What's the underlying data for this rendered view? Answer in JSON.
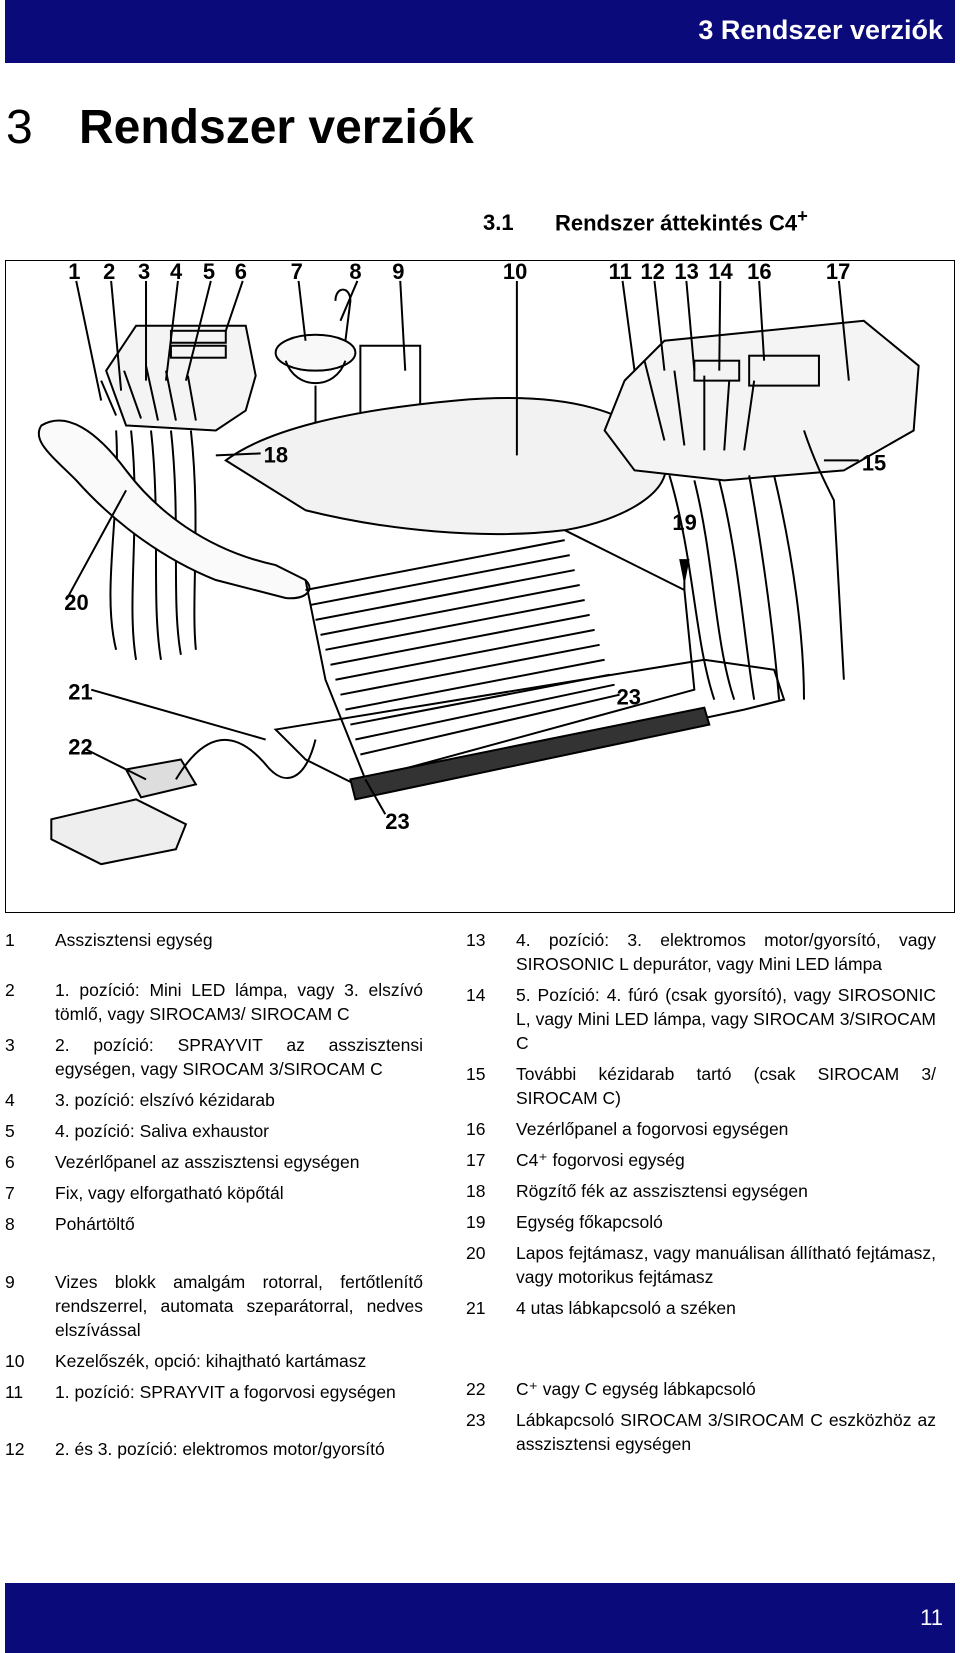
{
  "header": {
    "title": "3 Rendszer verziók"
  },
  "chapter": {
    "number": "3",
    "title": "Rendszer verziók"
  },
  "section": {
    "number": "3.1",
    "title": "Rendszer áttekintés C4",
    "title_sup": "+"
  },
  "figure": {
    "callouts": [
      "1",
      "2",
      "3",
      "4",
      "5",
      "6",
      "7",
      "8",
      "9",
      "10",
      "11",
      "12",
      "13",
      "14",
      "16",
      "17",
      "18",
      "15",
      "19",
      "20",
      "21",
      "22",
      "23",
      "23"
    ]
  },
  "legend": {
    "left": [
      {
        "n": "1",
        "t": "Asszisztensi egység"
      },
      {
        "n": "2",
        "t": "1. pozíció: Mini LED lámpa, vagy 3. elszívó tömlő, vagy SIROCAM3/ SIROCAM C"
      },
      {
        "n": "3",
        "t": "2. pozíció: SPRAYVIT az asszisztensi egységen, vagy SIROCAM 3/SIROCAM C"
      },
      {
        "n": "4",
        "t": "3. pozíció: elszívó kézidarab"
      },
      {
        "n": "5",
        "t": "4. pozíció: Saliva exhaustor"
      },
      {
        "n": "6",
        "t": "Vezérlőpanel az asszisztensi egységen"
      },
      {
        "n": "7",
        "t": "Fix, vagy elforgatható köpőtál"
      },
      {
        "n": "8",
        "t": "Pohártöltő"
      },
      {
        "n": "9",
        "t": "Vizes blokk amalgám rotorral, fertőtlenítő rendszerrel, automata szeparátorral, nedves elszívással"
      },
      {
        "n": "10",
        "t": "Kezelőszék, opció: kihajtható kartámasz"
      },
      {
        "n": "11",
        "t": "1. pozíció: SPRAYVIT a fogorvosi egységen"
      },
      {
        "n": "12",
        "t": "2. és 3. pozíció: elektromos motor/gyorsító"
      }
    ],
    "right": [
      {
        "n": "13",
        "t": "4. pozíció: 3. elektromos motor/gyorsító, vagy SIROSONIC L depurátor, vagy Mini LED lámpa"
      },
      {
        "n": "14",
        "t": "5. Pozíció: 4. fúró (csak gyorsító), vagy SIROSONIC L, vagy Mini LED lámpa, vagy SIROCAM 3/SIROCAM C"
      },
      {
        "n": "15",
        "t": "További kézidarab tartó (csak SIROCAM 3/ SIROCAM C)"
      },
      {
        "n": "16",
        "t": "Vezérlőpanel a fogorvosi egységen"
      },
      {
        "n": "17",
        "t": "C4⁺ fogorvosi egység"
      },
      {
        "n": "18",
        "t": "Rögzítő fék az asszisztensi egységen"
      },
      {
        "n": "19",
        "t": "Egység főkapcsoló"
      },
      {
        "n": "20",
        "t": "Lapos fejtámasz, vagy manuálisan állítható fejtámasz, vagy motorikus fejtámasz"
      },
      {
        "n": "21",
        "t": "4 utas lábkapcsoló a széken"
      },
      {
        "n": "22",
        "t": "C⁺ vagy C egység lábkapcsoló"
      },
      {
        "n": "23",
        "t": "Lábkapcsoló SIROCAM 3/SIROCAM C eszközhöz az asszisztensi egységen"
      }
    ]
  },
  "footer": {
    "page": "11"
  },
  "colors": {
    "bar": "#0a0a7a",
    "bar_text": "#ffffff"
  }
}
